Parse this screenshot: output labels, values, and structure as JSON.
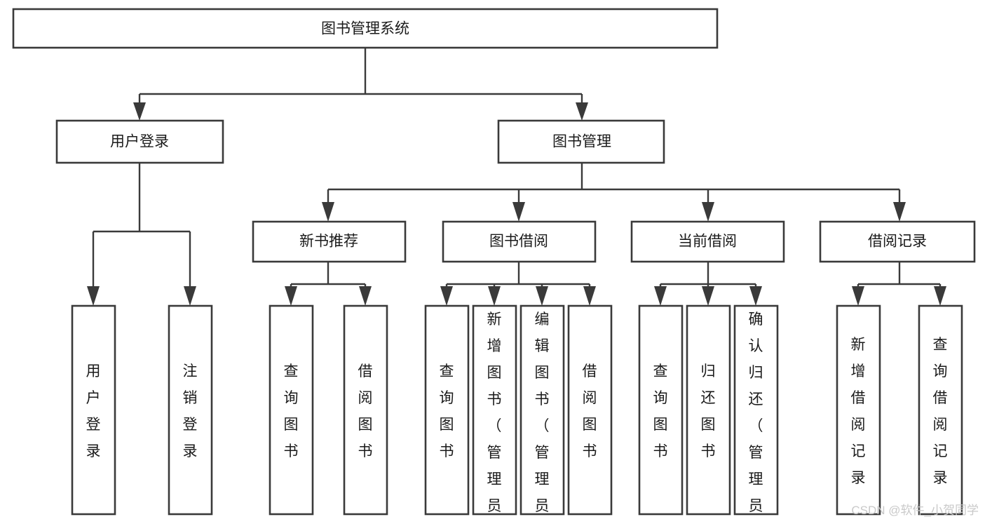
{
  "diagram": {
    "type": "tree-hierarchy",
    "title": "图书管理系统",
    "levels": 4,
    "orientation": "top-down",
    "nodes": {
      "root": {
        "label": "图书管理系统",
        "level": 0
      },
      "l1": [
        {
          "id": "user-login",
          "label": "用户登录"
        },
        {
          "id": "book-management",
          "label": "图书管理"
        }
      ],
      "l2": [
        {
          "id": "new-book-recommend",
          "label": "新书推荐",
          "parent": "book-management"
        },
        {
          "id": "book-borrow",
          "label": "图书借阅",
          "parent": "book-management"
        },
        {
          "id": "current-borrow",
          "label": "当前借阅",
          "parent": "book-management"
        },
        {
          "id": "borrow-record",
          "label": "借阅记录",
          "parent": "book-management"
        }
      ],
      "leaves": {
        "user-login": [
          {
            "id": "leaf-user-login",
            "label": "用户登录"
          },
          {
            "id": "leaf-user-logout",
            "label": "注销登录"
          }
        ],
        "new-book-recommend": [
          {
            "id": "leaf-query-book-1",
            "label": "查询图书"
          },
          {
            "id": "leaf-borrow-book-1",
            "label": "借阅图书"
          }
        ],
        "book-borrow": [
          {
            "id": "leaf-query-book-2",
            "label": "查询图书"
          },
          {
            "id": "leaf-add-book",
            "label": "新增图书（管理员）"
          },
          {
            "id": "leaf-edit-book",
            "label": "编辑图书（管理员）"
          },
          {
            "id": "leaf-borrow-book-2",
            "label": "借阅图书"
          }
        ],
        "current-borrow": [
          {
            "id": "leaf-query-book-3",
            "label": "查询图书"
          },
          {
            "id": "leaf-return-book",
            "label": "归还图书"
          },
          {
            "id": "leaf-confirm-return",
            "label": "确认归还（管理员）"
          }
        ],
        "borrow-record": [
          {
            "id": "leaf-add-record",
            "label": "新增借阅记录"
          },
          {
            "id": "leaf-query-record",
            "label": "查询借阅记录"
          }
        ]
      }
    },
    "colors": {
      "box_fill": "#ffffff",
      "box_stroke": "#3a3a3a",
      "text": "#1a1a1a",
      "connector": "#3a3a3a",
      "background": "#ffffff",
      "watermark": "#c9c9c9"
    }
  },
  "watermark": {
    "text": "CSDN @软件_小贺同学"
  }
}
